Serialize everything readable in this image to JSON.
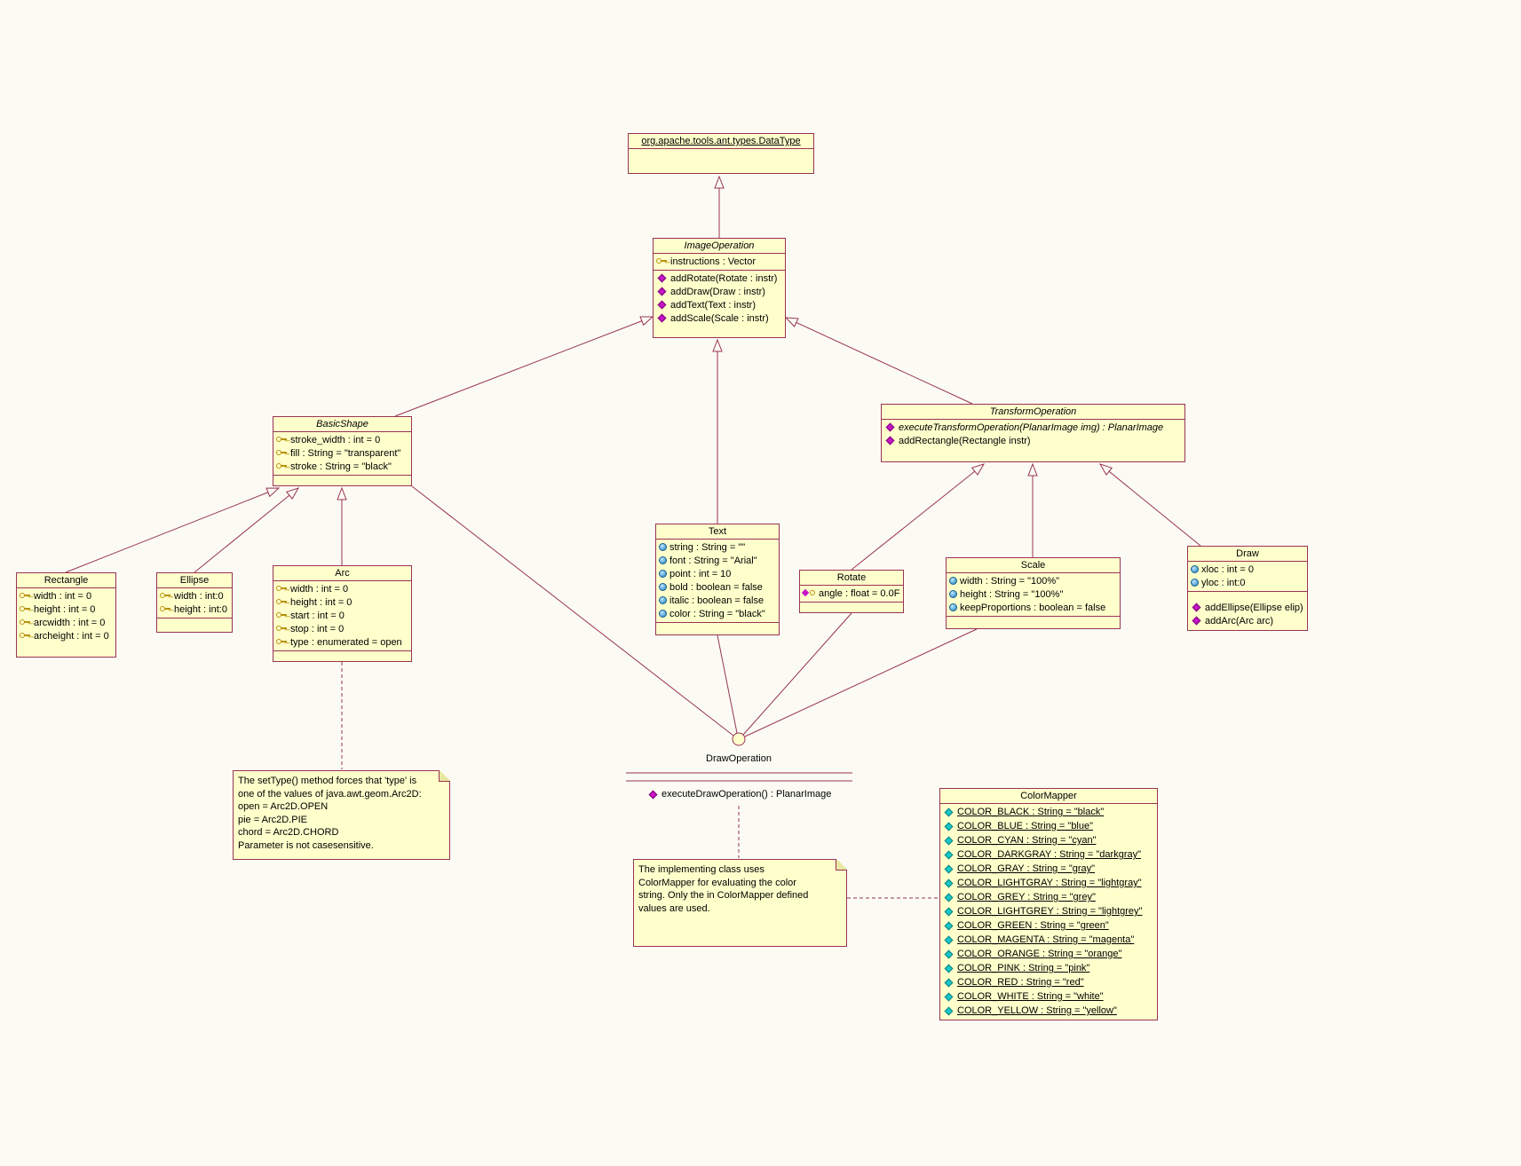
{
  "colors": {
    "background": "#FBFBF3",
    "box_fill": "#FFFFCC",
    "border_line": "#993355",
    "method_icon": "#C617C6",
    "attribute_ball_icon": "#1E7FC0",
    "static_attribute_icon": "#19C7C7",
    "key_icon": "#B8920E"
  },
  "classes": {
    "dataType": {
      "title": "org.apache.tools.ant.types.DataType"
    },
    "imageOperation": {
      "title": "ImageOperation",
      "attributes": [
        "instructions : Vector"
      ],
      "methods": [
        "addRotate(Rotate : instr)",
        "addDraw(Draw : instr)",
        "addText(Text : instr)",
        "addScale(Scale : instr)"
      ]
    },
    "basicShape": {
      "title": "BasicShape",
      "attributes": [
        "stroke_width : int = 0",
        "fill : String = \"transparent\"",
        "stroke : String = \"black\""
      ]
    },
    "transformOperation": {
      "title": "TransformOperation",
      "methods": [
        "executeTransformOperation(PlanarImage img) : PlanarImage",
        "addRectangle(Rectangle instr)"
      ]
    },
    "rectangle": {
      "title": "Rectangle",
      "attributes": [
        "width : int = 0",
        "height : int = 0",
        "arcwidth : int = 0",
        "archeight : int = 0"
      ]
    },
    "ellipse": {
      "title": "Ellipse",
      "attributes": [
        "width : int:0",
        "height : int:0"
      ]
    },
    "arc": {
      "title": "Arc",
      "attributes": [
        "width : int = 0",
        "height : int = 0",
        "start : int = 0",
        "stop : int = 0",
        "type : enumerated = open"
      ]
    },
    "text": {
      "title": "Text",
      "attributes": [
        "string : String = \"\"",
        "font : String = \"Arial\"",
        "point : int = 10",
        "bold : boolean = false",
        "italic : boolean = false",
        "color : String = \"black\""
      ]
    },
    "rotate": {
      "title": "Rotate",
      "attributes": [
        "angle : float = 0.0F"
      ]
    },
    "scale": {
      "title": "Scale",
      "attributes": [
        "width : String = \"100%\"",
        "height : String = \"100%\"",
        "keepProportions : boolean = false"
      ]
    },
    "draw": {
      "title": "Draw",
      "attributes": [
        "xloc : int = 0",
        "yloc : int:0"
      ],
      "methods": [
        "addEllipse(Ellipse elip)",
        "addArc(Arc arc)"
      ]
    },
    "colorMapper": {
      "title": "ColorMapper",
      "attributes": [
        "COLOR_BLACK : String = \"black\"",
        "COLOR_BLUE : String = \"blue\"",
        "COLOR_CYAN : String = \"cyan\"",
        "COLOR_DARKGRAY : String = \"darkgray\"",
        "COLOR_GRAY : String = \"gray\"",
        "COLOR_LIGHTGRAY : String = \"lightgray\"",
        "COLOR_GREY : String = \"grey\"",
        "COLOR_LIGHTGREY : String = \"lightgrey\"",
        "COLOR_GREEN : String = \"green\"",
        "COLOR_MAGENTA : String = \"magenta\"",
        "COLOR_ORANGE : String = \"orange\"",
        "COLOR_PINK : String = \"pink\"",
        "COLOR_RED : String = \"red\"",
        "COLOR_WHITE : String = \"white\"",
        "COLOR_YELLOW : String = \"yellow\""
      ]
    }
  },
  "interfaces": {
    "drawOperation": {
      "title": "DrawOperation",
      "methods": [
        "executeDrawOperation() : PlanarImage"
      ]
    }
  },
  "notes": {
    "arcTypeNote": {
      "lines": [
        "The setType() method forces that 'type' is",
        "one of the values of java.awt.geom.Arc2D:",
        "open = Arc2D.OPEN",
        "pie = Arc2D.PIE",
        "chord = Arc2D.CHORD",
        "Parameter is not casesensitive."
      ]
    },
    "colorMapperNote": {
      "lines": [
        "The implementing class uses",
        "ColorMapper for evaluating the color",
        "string. Only the in ColorMapper defined",
        "values are used."
      ]
    }
  }
}
